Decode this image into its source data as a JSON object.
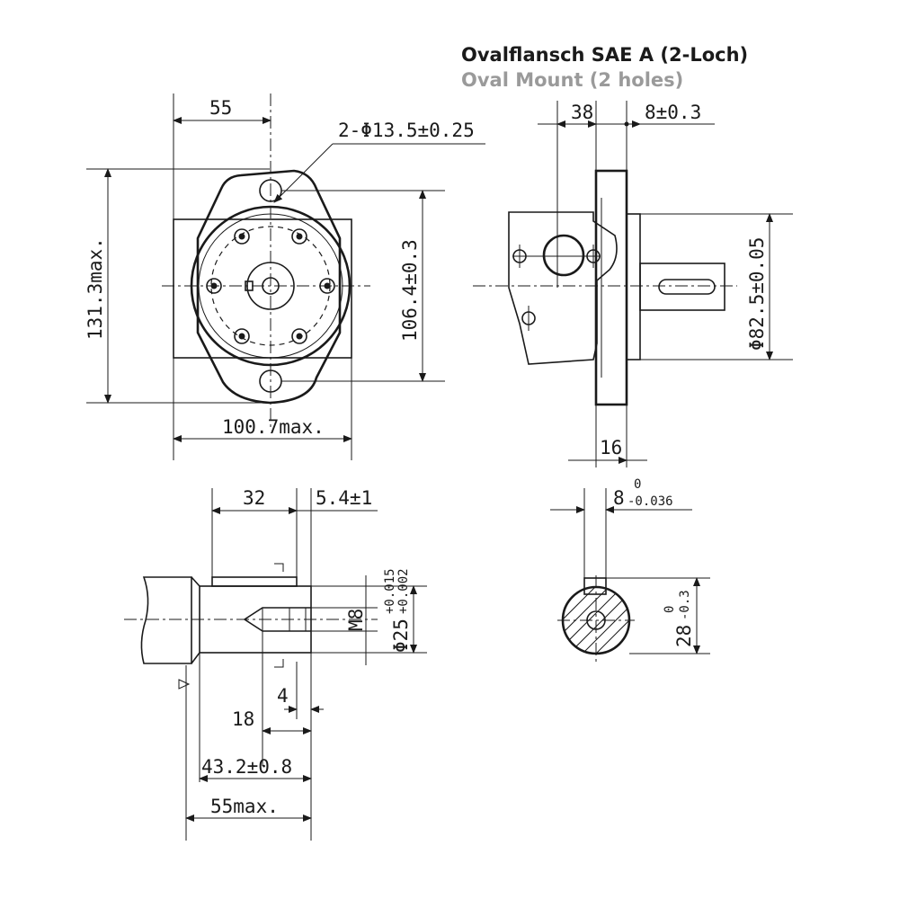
{
  "title": {
    "primary": "Ovalflansch SAE A (2-Loch)",
    "secondary": "Oval Mount (2 holes)"
  },
  "colors": {
    "primary_title": "#1a1a1a",
    "secondary_title": "#9a9a9a",
    "line": "#1a1a1a"
  },
  "front_view": {
    "dim_width_top": "55",
    "dim_holes": "2-Φ13.5±0.25",
    "dim_height_total": "131.3max.",
    "dim_hole_spacing": "106.4±0.3",
    "dim_width_total": "100.7max."
  },
  "side_view": {
    "dim_38": "38",
    "dim_8": "8±0.3",
    "dim_pilot": "Φ82.5±0.05",
    "dim_16": "16"
  },
  "shaft_view": {
    "dim_32": "32",
    "dim_5_4": "5.4±1",
    "dim_thread": "M8",
    "dim_shaft_dia": "Φ25",
    "dim_shaft_tol_upper": "+0.015",
    "dim_shaft_tol_lower": "+0.002",
    "dim_4": "4",
    "dim_18": "18",
    "dim_43_2": "43.2±0.8",
    "dim_55max": "55max."
  },
  "key_section": {
    "dim_key_width": "8",
    "dim_key_tol_upper": "0",
    "dim_key_tol_lower": "-0.036",
    "dim_key_height": "28",
    "dim_key_height_tol_upper": "0",
    "dim_key_height_tol_lower": "-0.3"
  }
}
